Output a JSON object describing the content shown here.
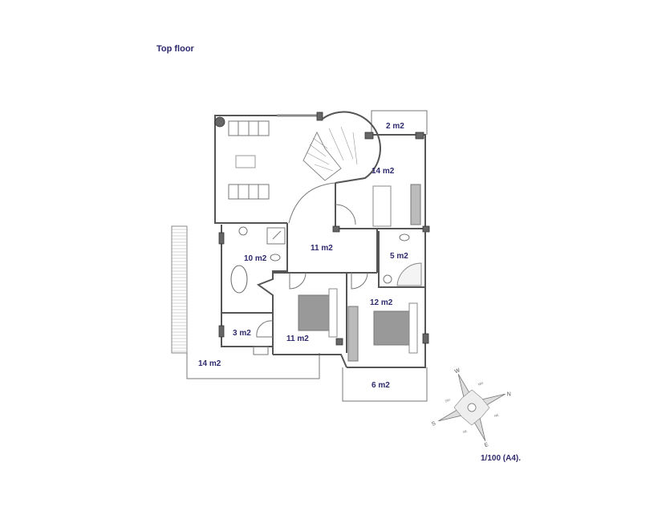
{
  "title": "Top floor",
  "scale": "1/100 (A4).",
  "rooms": [
    {
      "name": "balcony-top",
      "area": "2 m2"
    },
    {
      "name": "bedroom-top-right",
      "area": "14 m2"
    },
    {
      "name": "bathroom-left",
      "area": "10 m2"
    },
    {
      "name": "hall",
      "area": "11 m2"
    },
    {
      "name": "shower-room",
      "area": "5 m2"
    },
    {
      "name": "bedroom-right",
      "area": "12 m2"
    },
    {
      "name": "closet",
      "area": "3 m2"
    },
    {
      "name": "bedroom-center",
      "area": "11 m2"
    },
    {
      "name": "terrace-left",
      "area": "14 m2"
    },
    {
      "name": "balcony-bottom",
      "area": "6 m2"
    }
  ],
  "compass": {
    "n": "N",
    "s": "S",
    "e": "E",
    "w": "W",
    "ne": "NE",
    "nw": "NW",
    "se": "SE",
    "sw": "SW"
  }
}
